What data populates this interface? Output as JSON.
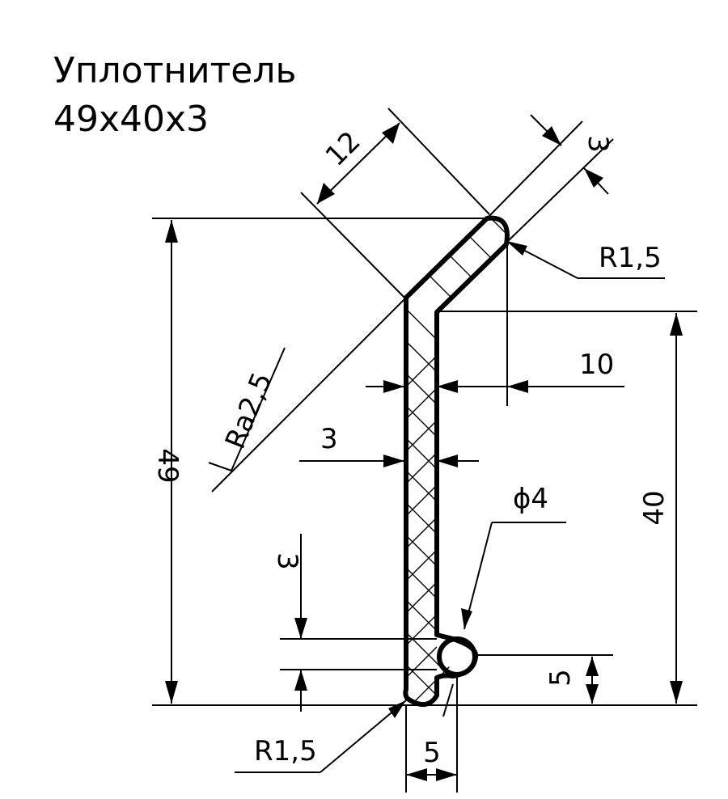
{
  "title": {
    "line1": "Уплотнитель",
    "line2": "49x40x3"
  },
  "dimensions": {
    "width_12": "12",
    "thickness_3_top": "3",
    "radius_top": "R1,5",
    "offset_10": "10",
    "roughness": "Ra2,5",
    "thickness_3": "3",
    "height_49": "49",
    "height_40": "40",
    "diameter": "ϕ4",
    "gap_3": "3",
    "height_5": "5",
    "radius_bottom": "R1,5",
    "width_5": "5"
  }
}
